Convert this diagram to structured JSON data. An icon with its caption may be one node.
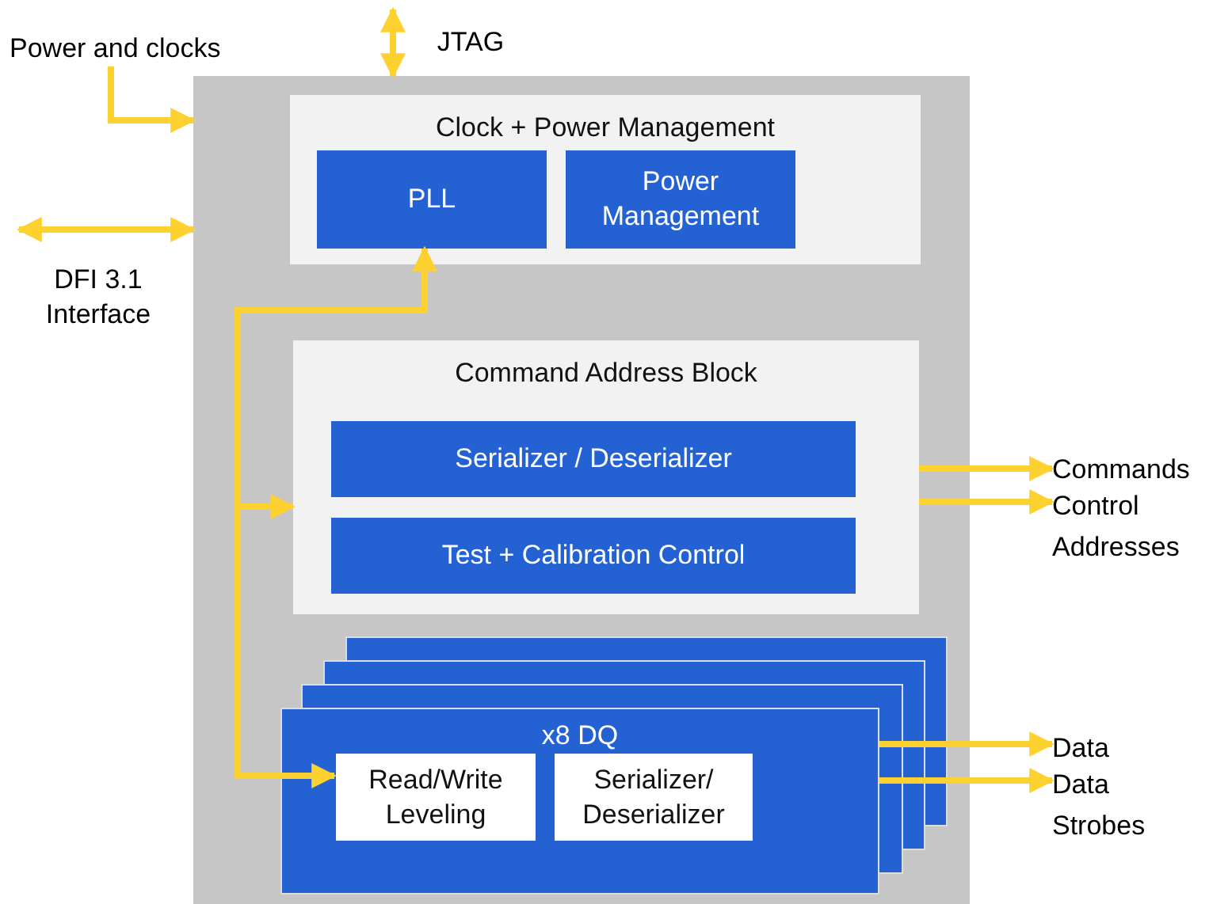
{
  "diagram": {
    "nodes": [
      {
        "text": [],
        "shape": "box"
      },
      {
        "text": [
          "Clock + Power Management"
        ],
        "in": 0
      },
      {
        "text": [
          "PLL"
        ],
        "in": 1
      },
      {
        "text": [
          "Power Management"
        ],
        "in": 1
      },
      {
        "text": [
          "Command Address Block"
        ],
        "in": 0
      },
      {
        "text": [
          "Serializer / Deserializer"
        ],
        "in": 4
      },
      {
        "text": [
          "Test + Calibration Control"
        ],
        "in": 4
      },
      {
        "text": [
          "x8 DQ"
        ],
        "in": 0
      },
      {
        "text": [
          "Read/Write Leveling"
        ],
        "in": 7
      },
      {
        "text": [
          "Serializer/ Deserializer"
        ],
        "in": 7
      },
      {
        "text": [
          "Power and clocks"
        ]
      },
      {
        "text": [
          "Commands"
        ]
      },
      {
        "text": [
          "Control Addresses"
        ]
      },
      {
        "text": [
          "Data"
        ]
      },
      {
        "text": [
          "Data Strobes"
        ]
      }
    ],
    "edges": [
      {
        "from": 10,
        "to": 0,
        "arrow": "to"
      },
      {
        "from": null,
        "to": 0,
        "arrow": "both",
        "label": "JTAG"
      },
      {
        "from": null,
        "to": 0,
        "arrow": "both",
        "label": "DFI 3.1 Interface"
      },
      {
        "from": 4,
        "to": 11,
        "arrow": "to"
      },
      {
        "from": 4,
        "to": 12,
        "arrow": "to"
      },
      {
        "from": 7,
        "to": 13,
        "arrow": "to"
      },
      {
        "from": 7,
        "to": 14,
        "arrow": "to"
      },
      {
        "from": null,
        "to": 2,
        "arrow": "to"
      },
      {
        "from": null,
        "to": 4,
        "arrow": "to"
      },
      {
        "from": null,
        "to": 8,
        "arrow": "to"
      }
    ]
  }
}
